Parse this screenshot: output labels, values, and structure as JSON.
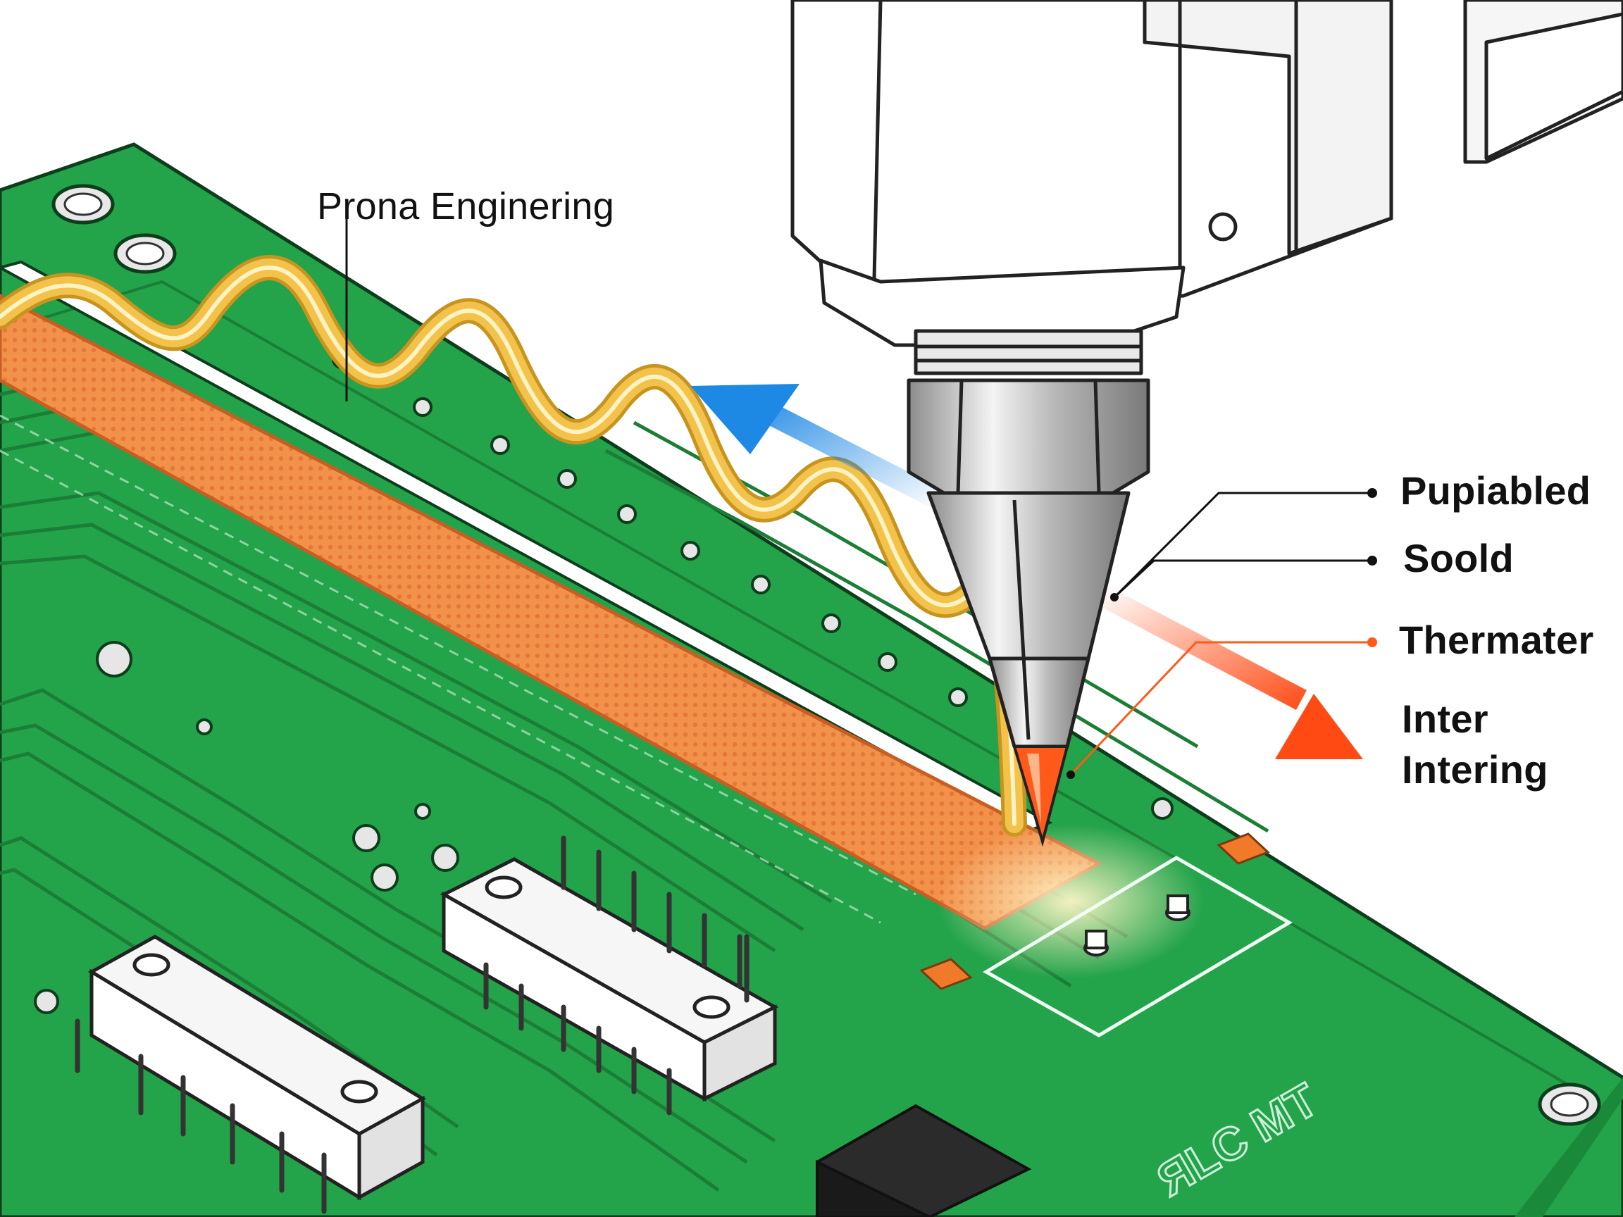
{
  "labels": {
    "title": "Prona Enginering",
    "callout_1": "Pupiabled",
    "callout_2": "Soold",
    "callout_3": "Thermater",
    "callout_4_line1": "Inter",
    "callout_4_line2": "Intering"
  },
  "board_marking": "ЯLC MT",
  "colors": {
    "pcb_green": "#23a34a",
    "pcb_trace": "#1b7d36",
    "heat_tape": "#f2924a",
    "wavy_wire": "#f3c24a",
    "cool_arrow": "#1e88e5",
    "hot_arrow": "#ff4a14",
    "callout_dot_hot": "#ff5a1a"
  },
  "icons": [
    "soldering-tool-icon",
    "nozzle-tip-icon",
    "blue-arrow-icon",
    "red-arrow-icon"
  ]
}
